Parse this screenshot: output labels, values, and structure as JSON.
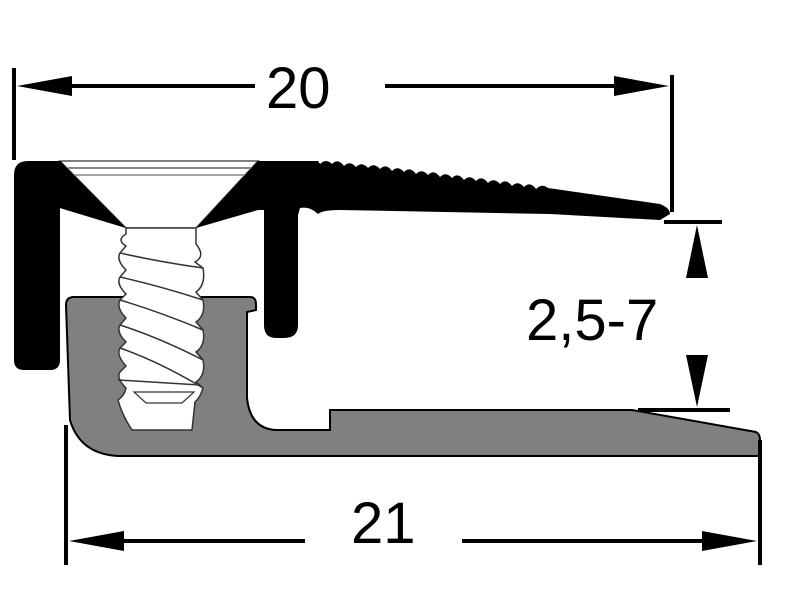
{
  "diagram": {
    "type": "technical-cross-section",
    "subject": "floor transition / ramp profile with screw-fixed base",
    "dimensions": {
      "top_width": "20",
      "bottom_width": "21",
      "height_range": "2,5-7"
    },
    "parts": [
      {
        "name": "top-profile",
        "fill": "#000000"
      },
      {
        "name": "base-profile",
        "fill": "#808080"
      },
      {
        "name": "countersunk-screw",
        "fill": "#ffffff"
      }
    ]
  },
  "colors": {
    "top_profile": "#000000",
    "base_profile": "#808080",
    "screw": "#ffffff",
    "lines": "#000000",
    "background": "#ffffff"
  }
}
